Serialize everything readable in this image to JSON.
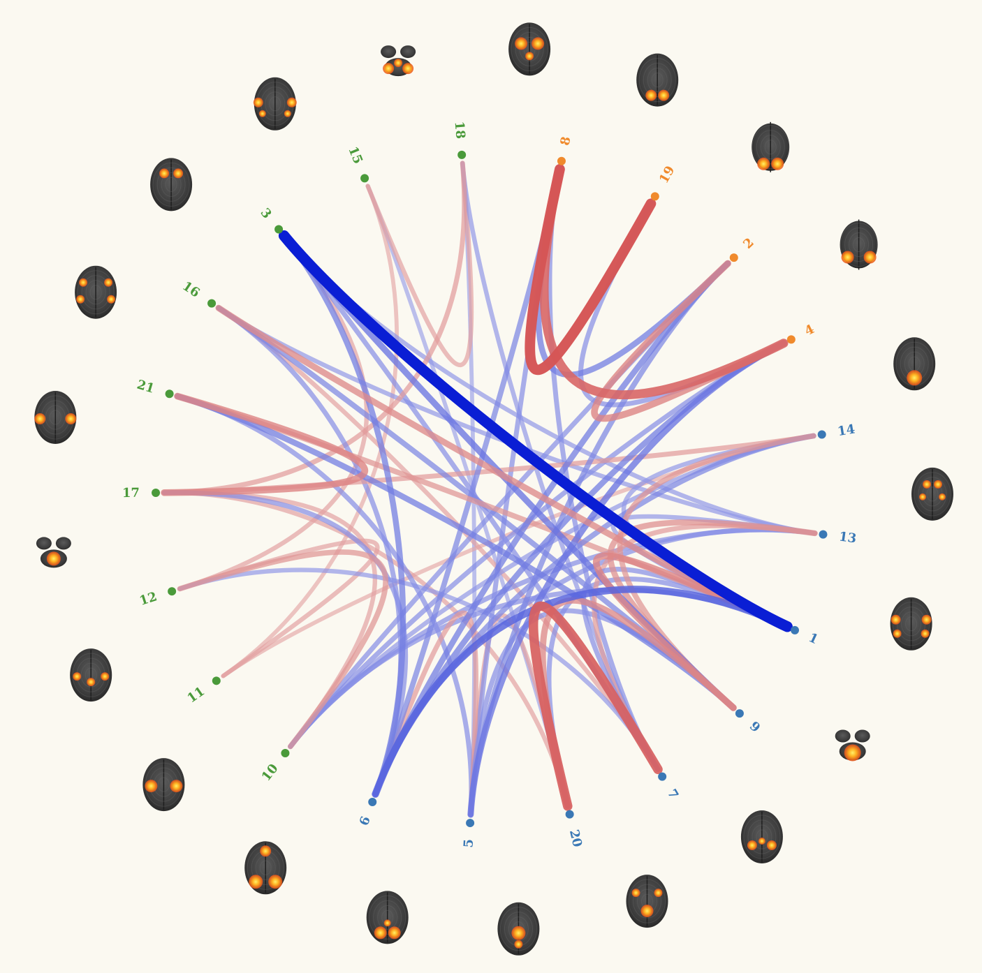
{
  "colors": {
    "background": "#fbf9f1",
    "group_green": "#4a9a3a",
    "group_orange": "#f08a2c",
    "group_blue": "#3a78b5",
    "positive_strong": "#d45050",
    "positive_weak": "#e8c4c4",
    "negative_strong": "#0a1ed4",
    "negative_weak": "#c9cbee"
  },
  "nodes": [
    {
      "id": "18",
      "group": "green"
    },
    {
      "id": "8",
      "group": "orange"
    },
    {
      "id": "19",
      "group": "orange"
    },
    {
      "id": "2",
      "group": "orange"
    },
    {
      "id": "4",
      "group": "orange"
    },
    {
      "id": "14",
      "group": "blue"
    },
    {
      "id": "13",
      "group": "blue"
    },
    {
      "id": "1",
      "group": "blue"
    },
    {
      "id": "9",
      "group": "blue"
    },
    {
      "id": "7",
      "group": "blue"
    },
    {
      "id": "20",
      "group": "blue"
    },
    {
      "id": "5",
      "group": "blue"
    },
    {
      "id": "6",
      "group": "blue"
    },
    {
      "id": "10",
      "group": "green"
    },
    {
      "id": "11",
      "group": "green"
    },
    {
      "id": "12",
      "group": "green"
    },
    {
      "id": "17",
      "group": "green"
    },
    {
      "id": "21",
      "group": "green"
    },
    {
      "id": "16",
      "group": "green"
    },
    {
      "id": "3",
      "group": "green"
    },
    {
      "id": "15",
      "group": "green"
    }
  ],
  "edges": [
    {
      "source": "8",
      "target": "19",
      "weight": 0.95
    },
    {
      "source": "8",
      "target": "4",
      "weight": 0.8
    },
    {
      "source": "8",
      "target": "2",
      "weight": -0.45
    },
    {
      "source": "8",
      "target": "6",
      "weight": -0.4
    },
    {
      "source": "8",
      "target": "5",
      "weight": -0.35
    },
    {
      "source": "8",
      "target": "7",
      "weight": -0.35
    },
    {
      "source": "19",
      "target": "4",
      "weight": -0.35
    },
    {
      "source": "2",
      "target": "4",
      "weight": 0.55
    },
    {
      "source": "2",
      "target": "6",
      "weight": -0.45
    },
    {
      "source": "2",
      "target": "5",
      "weight": -0.4
    },
    {
      "source": "2",
      "target": "10",
      "weight": -0.35
    },
    {
      "source": "4",
      "target": "5",
      "weight": -0.5
    },
    {
      "source": "4",
      "target": "6",
      "weight": -0.45
    },
    {
      "source": "4",
      "target": "10",
      "weight": -0.35
    },
    {
      "source": "3",
      "target": "1",
      "weight": -1.0
    },
    {
      "source": "3",
      "target": "9",
      "weight": -0.5
    },
    {
      "source": "3",
      "target": "6",
      "weight": -0.45
    },
    {
      "source": "3",
      "target": "7",
      "weight": -0.35
    },
    {
      "source": "3",
      "target": "13",
      "weight": -0.3
    },
    {
      "source": "3",
      "target": "12",
      "weight": 0.3
    },
    {
      "source": "18",
      "target": "15",
      "weight": 0.3
    },
    {
      "source": "18",
      "target": "17",
      "weight": 0.35
    },
    {
      "source": "18",
      "target": "7",
      "weight": -0.3
    },
    {
      "source": "18",
      "target": "5",
      "weight": -0.25
    },
    {
      "source": "15",
      "target": "20",
      "weight": -0.25
    },
    {
      "source": "15",
      "target": "11",
      "weight": 0.25
    },
    {
      "source": "16",
      "target": "1",
      "weight": 0.5
    },
    {
      "source": "16",
      "target": "9",
      "weight": -0.4
    },
    {
      "source": "16",
      "target": "6",
      "weight": -0.35
    },
    {
      "source": "16",
      "target": "7",
      "weight": 0.3
    },
    {
      "source": "16",
      "target": "13",
      "weight": -0.3
    },
    {
      "source": "21",
      "target": "17",
      "weight": 0.55
    },
    {
      "source": "21",
      "target": "9",
      "weight": -0.45
    },
    {
      "source": "21",
      "target": "1",
      "weight": 0.4
    },
    {
      "source": "21",
      "target": "5",
      "weight": -0.35
    },
    {
      "source": "17",
      "target": "14",
      "weight": 0.35
    },
    {
      "source": "17",
      "target": "6",
      "weight": -0.35
    },
    {
      "source": "17",
      "target": "20",
      "weight": 0.3
    },
    {
      "source": "17",
      "target": "10",
      "weight": 0.3
    },
    {
      "source": "12",
      "target": "10",
      "weight": 0.4
    },
    {
      "source": "12",
      "target": "11",
      "weight": 0.3
    },
    {
      "source": "12",
      "target": "7",
      "weight": -0.3
    },
    {
      "source": "11",
      "target": "14",
      "weight": 0.25
    },
    {
      "source": "10",
      "target": "1",
      "weight": -0.35
    },
    {
      "source": "10",
      "target": "13",
      "weight": -0.35
    },
    {
      "source": "10",
      "target": "14",
      "weight": -0.3
    },
    {
      "source": "6",
      "target": "1",
      "weight": -0.6
    },
    {
      "source": "6",
      "target": "14",
      "weight": -0.4
    },
    {
      "source": "6",
      "target": "13",
      "weight": -0.35
    },
    {
      "source": "6",
      "target": "5",
      "weight": 0.35
    },
    {
      "source": "5",
      "target": "9",
      "weight": -0.35
    },
    {
      "source": "5",
      "target": "20",
      "weight": 0.3
    },
    {
      "source": "20",
      "target": "7",
      "weight": 0.85
    },
    {
      "source": "20",
      "target": "9",
      "weight": 0.5
    },
    {
      "source": "20",
      "target": "1",
      "weight": -0.35
    },
    {
      "source": "7",
      "target": "13",
      "weight": 0.35
    },
    {
      "source": "7",
      "target": "1",
      "weight": -0.35
    },
    {
      "source": "9",
      "target": "1",
      "weight": 0.55
    },
    {
      "source": "9",
      "target": "13",
      "weight": 0.45
    },
    {
      "source": "9",
      "target": "14",
      "weight": 0.4
    },
    {
      "source": "1",
      "target": "13",
      "weight": -0.3
    },
    {
      "source": "1",
      "target": "14",
      "weight": -0.3
    }
  ],
  "brain_thumbnails": [
    {
      "slice": "axial-mid",
      "activation": "bilateral-insula"
    },
    {
      "slice": "axial-upper",
      "activation": "occipital"
    },
    {
      "slice": "axial-low",
      "activation": "occipital-pole"
    },
    {
      "slice": "axial-low",
      "activation": "lateral-occipital"
    },
    {
      "slice": "axial-mid",
      "activation": "medial-occipital"
    },
    {
      "slice": "axial-mid",
      "activation": "subcortical"
    },
    {
      "slice": "axial-mid",
      "activation": "temporal"
    },
    {
      "slice": "cerebellum",
      "activation": "cerebellar"
    },
    {
      "slice": "axial-upper",
      "activation": "parietal"
    },
    {
      "slice": "axial-upper",
      "activation": "frontoparietal"
    },
    {
      "slice": "axial-upper",
      "activation": "precuneus"
    },
    {
      "slice": "axial-upper",
      "activation": "occipital-parietal"
    },
    {
      "slice": "axial-mid",
      "activation": "frontal-occipital"
    },
    {
      "slice": "axial-upper",
      "activation": "sensorimotor"
    },
    {
      "slice": "axial-upper",
      "activation": "lateral-parietal"
    },
    {
      "slice": "cerebellum",
      "activation": "vermis"
    },
    {
      "slice": "axial-mid",
      "activation": "auditory"
    },
    {
      "slice": "axial-mid",
      "activation": "frontal-temporal"
    },
    {
      "slice": "axial-upper",
      "activation": "supplementary-motor"
    },
    {
      "slice": "axial-mid",
      "activation": "temporal-parietal"
    },
    {
      "slice": "cerebellum",
      "activation": "posterior-cerebellar"
    }
  ]
}
